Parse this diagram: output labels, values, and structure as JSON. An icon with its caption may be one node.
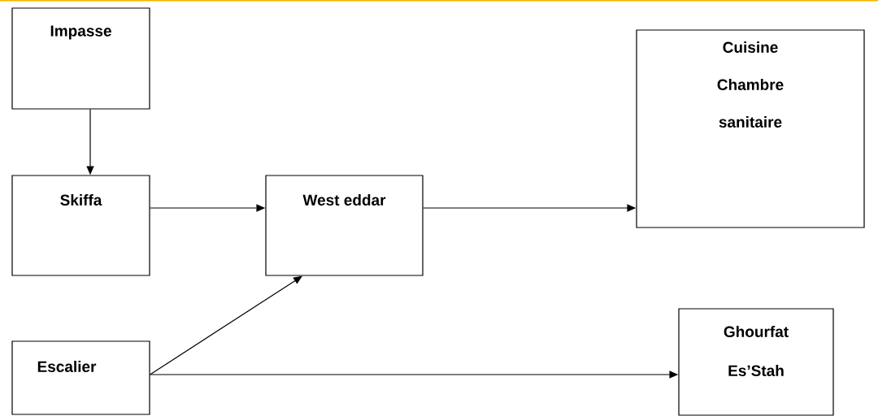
{
  "diagram": {
    "nodes": [
      {
        "text": [
          "Impasse"
        ]
      },
      {
        "text": [
          "Skiffa"
        ]
      },
      {
        "text": [
          "West eddar"
        ]
      },
      {
        "text": [
          "Cuisine",
          "Chambre",
          "sanitaire"
        ]
      },
      {
        "text": [
          "Escalier"
        ]
      },
      {
        "text": [
          "Ghourfat",
          "Es’Stah"
        ]
      }
    ],
    "edges": [
      {
        "from": 0,
        "to": 1,
        "arrow": "to"
      },
      {
        "from": 1,
        "to": 2,
        "arrow": "to"
      },
      {
        "from": 2,
        "to": 3,
        "arrow": "to"
      },
      {
        "from": 4,
        "to": 2,
        "arrow": "to"
      },
      {
        "from": 4,
        "to": 5,
        "arrow": "to"
      }
    ]
  }
}
